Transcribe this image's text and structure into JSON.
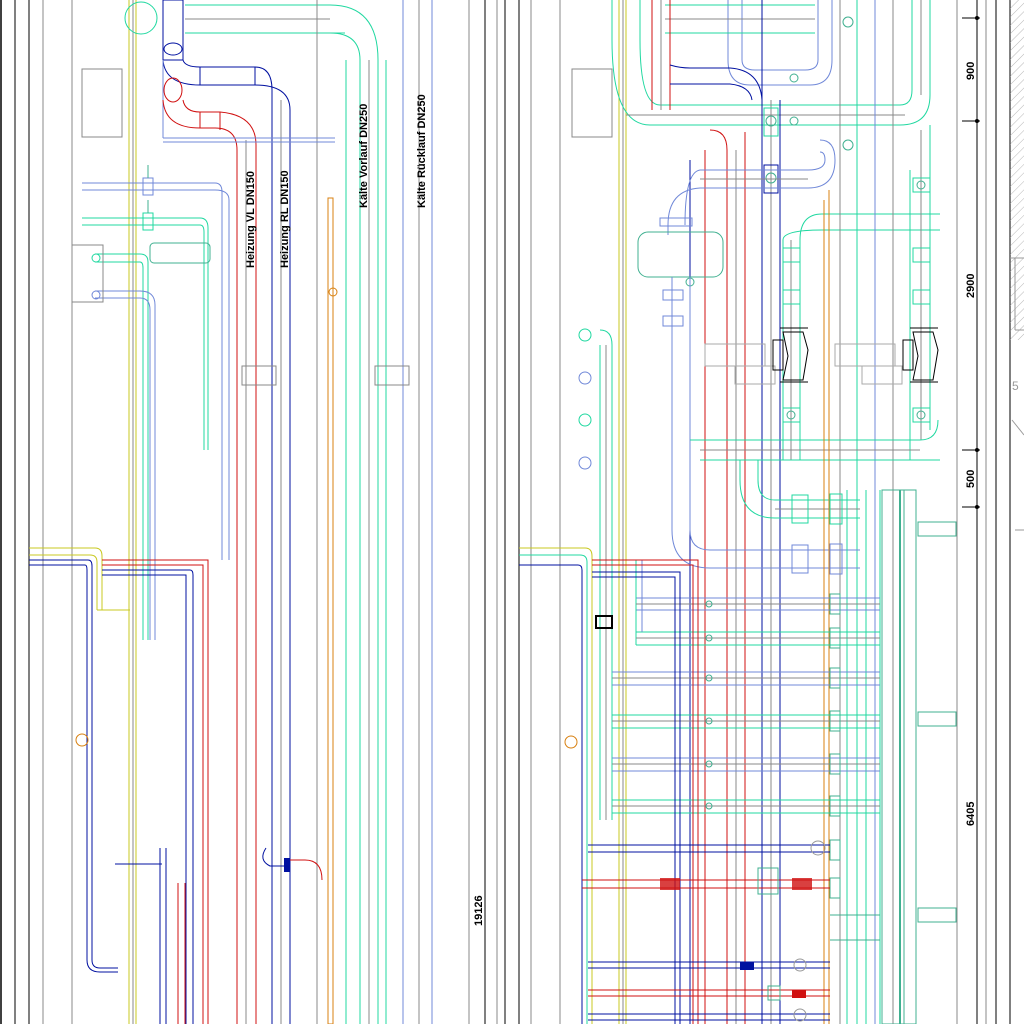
{
  "drawing": {
    "type": "cad-piping-elevation",
    "colors": {
      "heating_supply": "#d01010",
      "heating_return": "#0010a0",
      "cooling": "#20d8a0",
      "cooling_teal": "#40b090",
      "light_blue": "#7088d8",
      "yellow": "#c8c820",
      "orange": "#d88010",
      "grey": "#808080",
      "black": "#000000"
    },
    "pipe_labels": [
      {
        "id": "heizung-vl",
        "text": "Heizung VL DN150"
      },
      {
        "id": "heizung-rl",
        "text": "Heizung RL DN150"
      },
      {
        "id": "kaelte-vorlauf",
        "text": "Kälte Vorlauf DN250"
      },
      {
        "id": "kaelte-ruecklauf",
        "text": "Kälte Rücklauf DN250"
      }
    ],
    "dimensions": {
      "overall": "19126",
      "segments": [
        "900",
        "2900",
        "500",
        "6405"
      ]
    }
  }
}
